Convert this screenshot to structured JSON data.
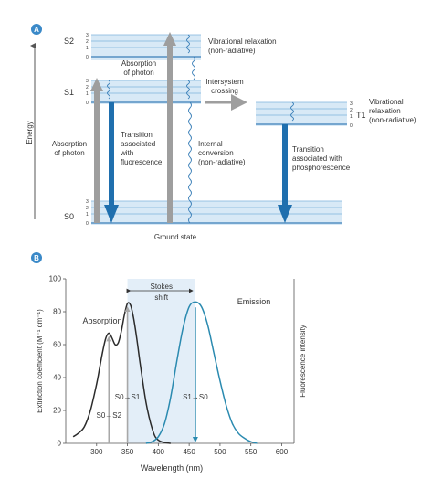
{
  "colors": {
    "badge": "#3a89c8",
    "level_band": "#d8e9f6",
    "level_line": "#7fb3dc",
    "level_dark": "#3a7fb8",
    "arrow_gray": "#9e9e9e",
    "arrow_blue": "#1f6fae",
    "stokes_fill": "#e3eef8",
    "absorption_curve": "#2b2b2b",
    "emission_curve": "#2a8ab0",
    "axis": "#555555"
  },
  "panel_a": {
    "badge": "A",
    "energy_label": "Energy",
    "s2_label": "S2",
    "s1_label": "S1",
    "s0_label": "S0",
    "t1_label": "T1",
    "vib_numbers": [
      "3",
      "2",
      "1",
      "0"
    ],
    "vib_relax_top": [
      "Vibrational relaxation",
      "(non-radiative)"
    ],
    "absorption_photon_top": [
      "Absorption",
      "of photon"
    ],
    "absorption_photon_left": [
      "Absorption",
      "of photon"
    ],
    "intersystem": [
      "Intersystem",
      "crossing"
    ],
    "vib_relax_right": [
      "Vibrational",
      "relaxation",
      "(non-radiative)"
    ],
    "fluorescence_transition": [
      "Transition",
      "associated",
      "with",
      "fluorescence"
    ],
    "internal_conversion": [
      "Internal",
      "conversion",
      "(non-radiative)"
    ],
    "phosphorescence_transition": [
      "Transition",
      "associated with",
      "phosphorescence"
    ],
    "ground_state": "Ground state"
  },
  "panel_b": {
    "badge": "B",
    "stokes_label": [
      "Stokes",
      "shift"
    ],
    "absorption_label": "Absorption",
    "emission_label": "Emission",
    "s0_s2": "S0→S2",
    "s0_s1": "S0→S1",
    "s1_s0": "S1→S0",
    "ylabel": "Extinction coefficient (M⁻¹ cm⁻¹)",
    "y2label": "Fluorescence intensity",
    "xlabel": "Wavelength (nm)"
  },
  "chart_data": {
    "type": "line",
    "title": "",
    "xlabel": "Wavelength (nm)",
    "ylabel": "Extinction coefficient (M⁻¹ cm⁻¹)",
    "xlim": [
      250,
      620
    ],
    "ylim": [
      0,
      100
    ],
    "x_ticks": [
      300,
      350,
      400,
      450,
      500,
      550,
      600
    ],
    "y_ticks": [
      0,
      20,
      40,
      60,
      80,
      100
    ],
    "stokes_region": [
      350,
      460
    ],
    "series": [
      {
        "name": "Absorption",
        "x": [
          262,
          270,
          280,
          290,
          300,
          305,
          310,
          315,
          320,
          325,
          330,
          335,
          340,
          345,
          350,
          355,
          360,
          365,
          370,
          375,
          380,
          385,
          390,
          395,
          400,
          405,
          410,
          420
        ],
        "y": [
          4,
          6,
          10,
          20,
          36,
          46,
          56,
          64,
          67,
          64,
          60,
          61,
          68,
          78,
          85,
          84,
          76,
          64,
          50,
          37,
          25,
          16,
          9,
          4,
          2,
          1,
          0.5,
          0
        ]
      },
      {
        "name": "Emission",
        "x": [
          380,
          390,
          400,
          410,
          420,
          430,
          440,
          450,
          460,
          470,
          480,
          490,
          500,
          510,
          520,
          530,
          540,
          550,
          560
        ],
        "y": [
          0,
          1,
          4,
          12,
          28,
          50,
          70,
          83,
          86,
          83,
          72,
          55,
          38,
          23,
          12,
          6,
          3,
          1,
          0
        ]
      }
    ],
    "transitions": [
      {
        "label": "S0→S2",
        "x": 320,
        "y": 67
      },
      {
        "label": "S0→S1",
        "x": 350,
        "y": 85
      },
      {
        "label": "S1→S0",
        "x": 460,
        "y": 86
      }
    ]
  }
}
